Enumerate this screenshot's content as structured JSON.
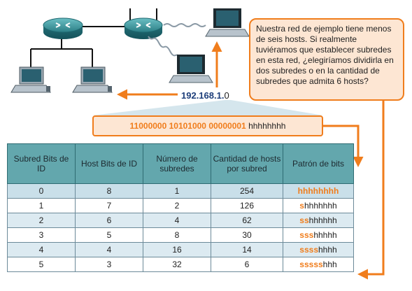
{
  "network": {
    "ip_prefix": "192.168.1.",
    "ip_suffix": "0"
  },
  "bits": {
    "network_part": "11000000 10101000 00000001",
    "host_part": "hhhhhhhh"
  },
  "callout": {
    "text": "Nuestra red de ejemplo tiene menos de seis hosts. Si realmente tuviéramos que establecer subredes en esta red, ¿elegiríamos dividirla en dos subredes o en la cantidad de subredes que admita 6 hosts?"
  },
  "table": {
    "headers": [
      "Subred Bits de ID",
      "Host Bits de ID",
      "Número de subredes",
      "Cantidad de hosts por subred",
      "Patrón de bits"
    ],
    "rows": [
      {
        "subnet_bits": "0",
        "host_bits": "8",
        "subnets": "1",
        "hosts": "254",
        "pattern_s": "",
        "pattern_h": "hhhhhhhh"
      },
      {
        "subnet_bits": "1",
        "host_bits": "7",
        "subnets": "2",
        "hosts": "126",
        "pattern_s": "s",
        "pattern_h": "hhhhhhh"
      },
      {
        "subnet_bits": "2",
        "host_bits": "6",
        "subnets": "4",
        "hosts": "62",
        "pattern_s": "ss",
        "pattern_h": "hhhhhh"
      },
      {
        "subnet_bits": "3",
        "host_bits": "5",
        "subnets": "8",
        "hosts": "30",
        "pattern_s": "sss",
        "pattern_h": "hhhhh"
      },
      {
        "subnet_bits": "4",
        "host_bits": "4",
        "subnets": "16",
        "hosts": "14",
        "pattern_s": "ssss",
        "pattern_h": "hhhh"
      },
      {
        "subnet_bits": "5",
        "host_bits": "3",
        "subnets": "32",
        "hosts": "6",
        "pattern_s": "sssss",
        "pattern_h": "hhh"
      }
    ]
  },
  "colors": {
    "accent_orange": "#f07d1c",
    "callout_fill": "#fde6d3",
    "router_teal": "#2c7f86",
    "header_teal": "#63a7ad"
  },
  "icons": [
    "router-icon",
    "desktop-computer-icon",
    "laptop-icon",
    "wireless-antenna-icon"
  ]
}
